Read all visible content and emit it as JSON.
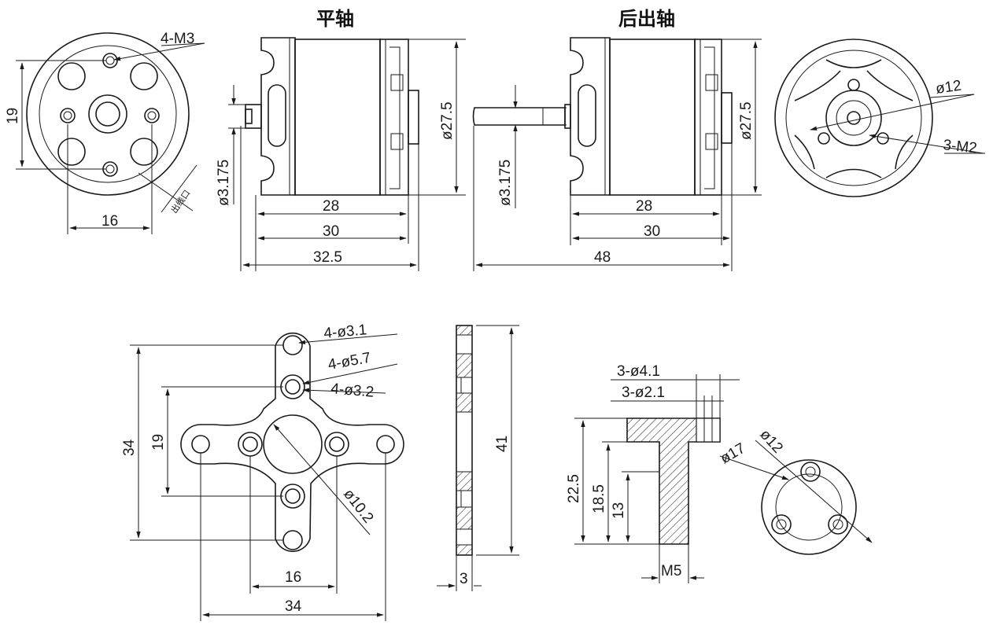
{
  "titles": {
    "flat_shaft": "平轴",
    "rear_shaft": "后出轴"
  },
  "top_left_view": {
    "holes_label": "4-M3",
    "dim_vertical": "19",
    "dim_horizontal": "16",
    "outlet_label": "出线口"
  },
  "flat_shaft_view": {
    "dia_shaft": "ø3.175",
    "dia_body": "ø27.5",
    "len_28": "28",
    "len_30": "30",
    "len_total": "32.5"
  },
  "rear_shaft_view": {
    "dia_shaft": "ø3.175",
    "dia_body": "ø27.5",
    "len_28": "28",
    "len_30": "30",
    "len_total": "48"
  },
  "top_right_view": {
    "dia": "ø12",
    "holes_label": "3-M2"
  },
  "mount_view": {
    "h1": "4-ø3.1",
    "h2": "4-ø5.7",
    "h3": "4-ø3.2",
    "dia_center": "ø10.2",
    "dim_34v": "34",
    "dim_19v": "19",
    "dim_16h": "16",
    "dim_34h": "34"
  },
  "mount_side_view": {
    "height": "41",
    "thickness": "3"
  },
  "adapter_view": {
    "h1": "3-ø4.1",
    "h2": "3-ø2.1",
    "dim_225": "22.5",
    "dim_185": "18.5",
    "dim_13": "13",
    "thread": "M5",
    "dia17": "ø17",
    "dia12": "ø12"
  }
}
